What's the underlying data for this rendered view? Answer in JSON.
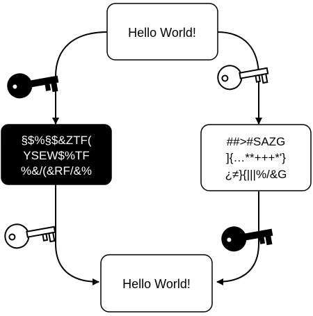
{
  "nodes": {
    "plaintext_top": {
      "lines": [
        "Hello World!"
      ]
    },
    "ciphertext_left": {
      "lines": [
        "§$%§$&ZTF(",
        "YSEW$%TF",
        "%&/(&RF/&%"
      ]
    },
    "ciphertext_right": {
      "lines": [
        "##>#SAZG",
        "]{…**+++*'}",
        "¿≠}{|||%/&G"
      ]
    },
    "plaintext_bottom": {
      "lines": [
        "Hello World!"
      ]
    }
  },
  "keys": {
    "left_top": {
      "icon": "key-icon",
      "fill": "#000000"
    },
    "right_top": {
      "icon": "key-icon",
      "fill": "#ffffff"
    },
    "left_bottom": {
      "icon": "key-icon",
      "fill": "#ffffff"
    },
    "right_bottom": {
      "icon": "key-icon",
      "fill": "#000000"
    }
  },
  "colors": {
    "stroke": "#000000",
    "dark_box": "#000000",
    "light_box": "#ffffff"
  }
}
